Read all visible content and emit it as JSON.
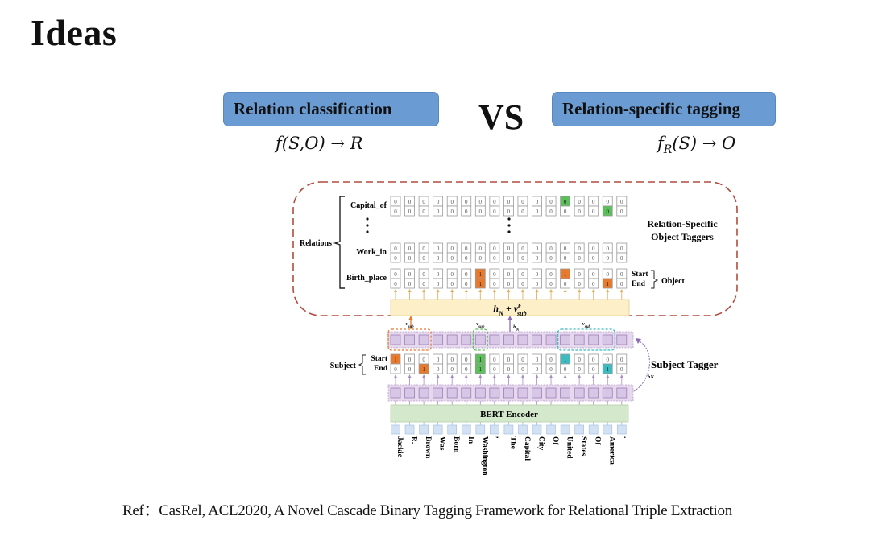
{
  "slide": {
    "title": "Ideas",
    "left_box": {
      "label": "Relation classification",
      "formula": "f(S,O) → R"
    },
    "vs_label": "VS",
    "right_box": {
      "label": "Relation-specific tagging",
      "formula_main": "f",
      "formula_sub": "R",
      "formula_rest": "(S) → O"
    },
    "reference": "Ref：CasRel,   ACL2020,   A Novel Cascade Binary Tagging Framework for Relational Triple Extraction"
  },
  "diagram": {
    "tokens": [
      "Jackie",
      "R.",
      "Brown",
      "Was",
      "Born",
      "In",
      "Washington",
      ",",
      "The",
      "Capital",
      "City",
      "Of",
      "United",
      "States",
      "Of",
      "America",
      "."
    ],
    "encoder_label": "BERT Encoder",
    "fusion_label_main": "h",
    "fusion_label_sub_N": "N",
    "fusion_label_plus": " + v",
    "fusion_label_sup": "k",
    "fusion_label_sub": "sub",
    "hn_label": "h",
    "hn_sub": "N",
    "vsub_label": "v",
    "vsub_sub": "sub",
    "relations_label": "Relations",
    "relation_names": [
      "Capital_of",
      "Work_in",
      "Birth_place"
    ],
    "object_taggers_title": [
      "Relation-Specific",
      "Object Taggers"
    ],
    "start_label": "Start",
    "end_label": "End",
    "object_label": "Object",
    "subject_label": "Subject",
    "subject_tagger_title": "Subject Tagger",
    "colors": {
      "orange": "#e87a2e",
      "green": "#5cbf5c",
      "teal": "#3cbcc0",
      "purple": "#b79acb",
      "fusion": "#fdf0c8",
      "bert": "#d4e8cc",
      "outer_border": "#b24b3e",
      "pill": "#6a9bd3"
    },
    "tagger_rows": {
      "capital_of": {
        "start": [
          0,
          0,
          0,
          0,
          0,
          0,
          0,
          0,
          0,
          0,
          0,
          0,
          0,
          0,
          0,
          0,
          0
        ],
        "end": [
          0,
          0,
          0,
          0,
          0,
          0,
          0,
          0,
          0,
          0,
          0,
          0,
          0,
          0,
          0,
          0,
          0
        ],
        "start_highlight": {
          "12": "green"
        },
        "end_highlight": {
          "15": "green"
        }
      },
      "work_in": {
        "start": [
          0,
          0,
          0,
          0,
          0,
          0,
          0,
          0,
          0,
          0,
          0,
          0,
          0,
          0,
          0,
          0,
          0
        ],
        "end": [
          0,
          0,
          0,
          0,
          0,
          0,
          0,
          0,
          0,
          0,
          0,
          0,
          0,
          0,
          0,
          0,
          0
        ],
        "start_highlight": {},
        "end_highlight": {}
      },
      "birth_place": {
        "start": [
          0,
          0,
          0,
          0,
          0,
          0,
          1,
          0,
          0,
          0,
          0,
          0,
          1,
          0,
          0,
          0,
          0
        ],
        "end": [
          0,
          0,
          0,
          0,
          0,
          0,
          1,
          0,
          0,
          0,
          0,
          0,
          0,
          0,
          0,
          1,
          0
        ],
        "start_highlight": {
          "6": "orange",
          "12": "orange"
        },
        "end_highlight": {
          "6": "orange",
          "15": "orange"
        }
      },
      "subject": {
        "start": [
          1,
          0,
          0,
          0,
          0,
          0,
          1,
          0,
          0,
          0,
          0,
          0,
          1,
          0,
          0,
          0,
          0
        ],
        "end": [
          0,
          0,
          1,
          0,
          0,
          0,
          1,
          0,
          0,
          0,
          0,
          0,
          0,
          0,
          0,
          1,
          0
        ],
        "start_highlight": {
          "0": "orange",
          "6": "green",
          "12": "teal"
        },
        "end_highlight": {
          "2": "orange",
          "6": "green",
          "15": "teal"
        }
      }
    },
    "subject_spans": [
      {
        "start": 0,
        "end": 2,
        "color": "orange"
      },
      {
        "start": 6,
        "end": 6,
        "color": "green"
      },
      {
        "start": 12,
        "end": 15,
        "color": "teal"
      }
    ]
  }
}
